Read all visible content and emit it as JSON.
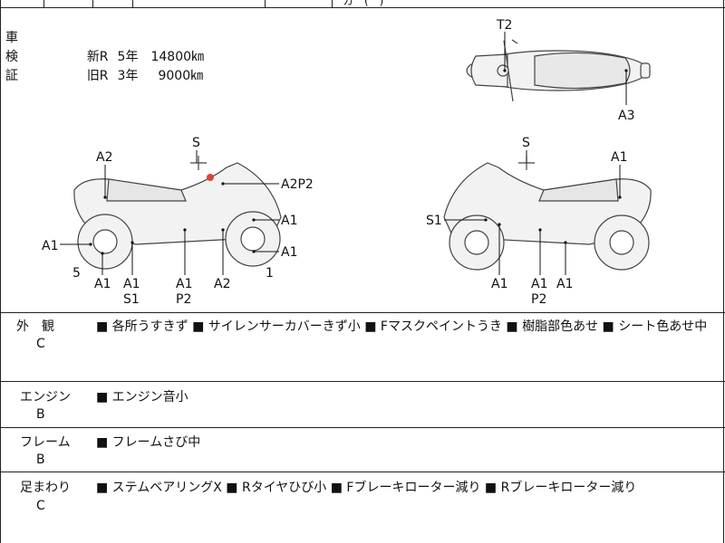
{
  "top": {
    "partial_text": "カ　(　)"
  },
  "inspection": {
    "label": "車検証",
    "rows": [
      {
        "type": "新R",
        "years": "5年",
        "km": "14800㎞"
      },
      {
        "type": "旧R",
        "years": "3年",
        "km": "9000㎞"
      }
    ]
  },
  "diagram_labels": {
    "top_view": {
      "t2": "T2",
      "a3": "A3"
    },
    "left_view": {
      "s": "S",
      "a2_top": "A2",
      "a2p2": "A2P2",
      "a1_front1": "A1",
      "a1_front2": "A1",
      "a1_rear": "A1",
      "num5": "5",
      "num1": "1",
      "bottom_a1_1": "A1",
      "bottom_a1_2": "A1",
      "bottom_s1": "S1",
      "bottom_a1_3": "A1",
      "bottom_p2": "P2",
      "bottom_a2": "A2"
    },
    "right_view": {
      "s": "S",
      "a1_top": "A1",
      "s1": "S1",
      "bottom_a1_1": "A1",
      "bottom_a1_2": "A1",
      "bottom_p2": "P2",
      "bottom_a1_3": "A1"
    }
  },
  "sections": [
    {
      "label": "外　観",
      "grade": "C",
      "notes": "■ 各所うすきず ■ サイレンサーカバーきず小 ■ Fマスクペイントうき ■ 樹脂部色あせ ■ シート色あせ中"
    },
    {
      "label": "エンジン",
      "grade": "B",
      "notes": "■ エンジン音小"
    },
    {
      "label": "フレーム",
      "grade": "B",
      "notes": "■ フレームさび中"
    },
    {
      "label": "足まわり",
      "grade": "C",
      "notes": "■ ステムベアリングX ■ Rタイヤひび小 ■ Fブレーキローター減り ■ Rブレーキローター減り"
    }
  ],
  "colors": {
    "line": "#222222",
    "scooter_line": "#444444",
    "scooter_fill": "#f2f2f2",
    "marker": "#d9443a"
  }
}
